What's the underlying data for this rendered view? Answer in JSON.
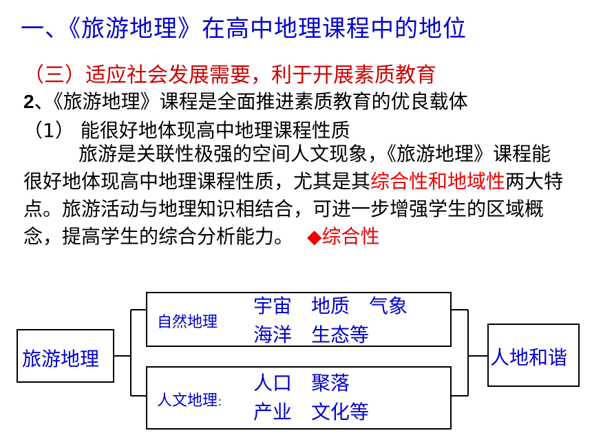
{
  "title": "一、《旅游地理》在高中地理课程中的地位",
  "subtitle": "（三）适应社会发展需要，利于开展素质教育",
  "point2_num": "2",
  "point2_text": "、《旅游地理》课程是全面推进素质教育的优良载体",
  "point3_num": "（1）",
  "point3_text": " 能很好地体现高中地理课程性质",
  "para_a": "旅游是关联性极强的空间人文现象，《旅游地理》课程能很好地体现高中地理课程性质，尤其是其",
  "para_red": "综合性和地域性",
  "para_b": "两大特点。旅游活动与地理知识相结合，可进一步增强学生的区域概念，提高学生的综合分析能力。",
  "bullet": "◆综合性",
  "diagram": {
    "left_box": "旅游地理",
    "natural_label": "自然地理",
    "natural_line1": "宇宙　地质　气象",
    "natural_line2": "海洋　生态等",
    "human_label": "人文地理",
    "human_colon": "：",
    "human_line1": "人口　聚落",
    "human_line2": "产业　文化等",
    "right_box": "人地和谐"
  }
}
